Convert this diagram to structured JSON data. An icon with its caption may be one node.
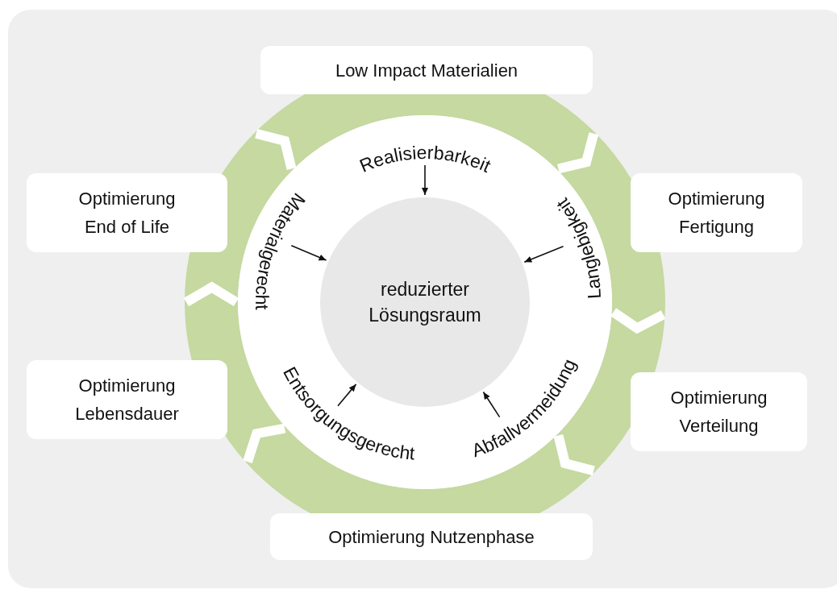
{
  "diagram": {
    "nodes": [
      {
        "text": [
          "Low Impact Materialien"
        ]
      },
      {
        "text": [
          "Optimierung End of Life"
        ]
      },
      {
        "text": [
          "Optimierung Fertigung"
        ]
      },
      {
        "text": [
          "Realisierbarkeit"
        ]
      },
      {
        "text": [
          "Materialgerecht"
        ]
      },
      {
        "text": [
          "Langlebigkeit"
        ]
      },
      {
        "text": [
          "reduzierter Lösungsraum"
        ]
      },
      {
        "text": [
          "Entsorgungsgerecht"
        ]
      },
      {
        "text": [
          "Abfallvermeidung"
        ]
      },
      {
        "text": [
          "Optimierung Lebensdauer"
        ]
      },
      {
        "text": [
          "Optimierung Verteilung"
        ]
      },
      {
        "text": [
          "Optimierung Nutzenphase"
        ]
      }
    ],
    "edges": [
      {
        "from": 3,
        "to": 6,
        "arrow": "to"
      },
      {
        "from": 4,
        "to": 6,
        "arrow": "to"
      },
      {
        "from": 5,
        "to": 6,
        "arrow": "to"
      },
      {
        "from": 7,
        "to": 6,
        "arrow": "to"
      },
      {
        "from": 8,
        "to": 6,
        "arrow": "to"
      }
    ]
  }
}
